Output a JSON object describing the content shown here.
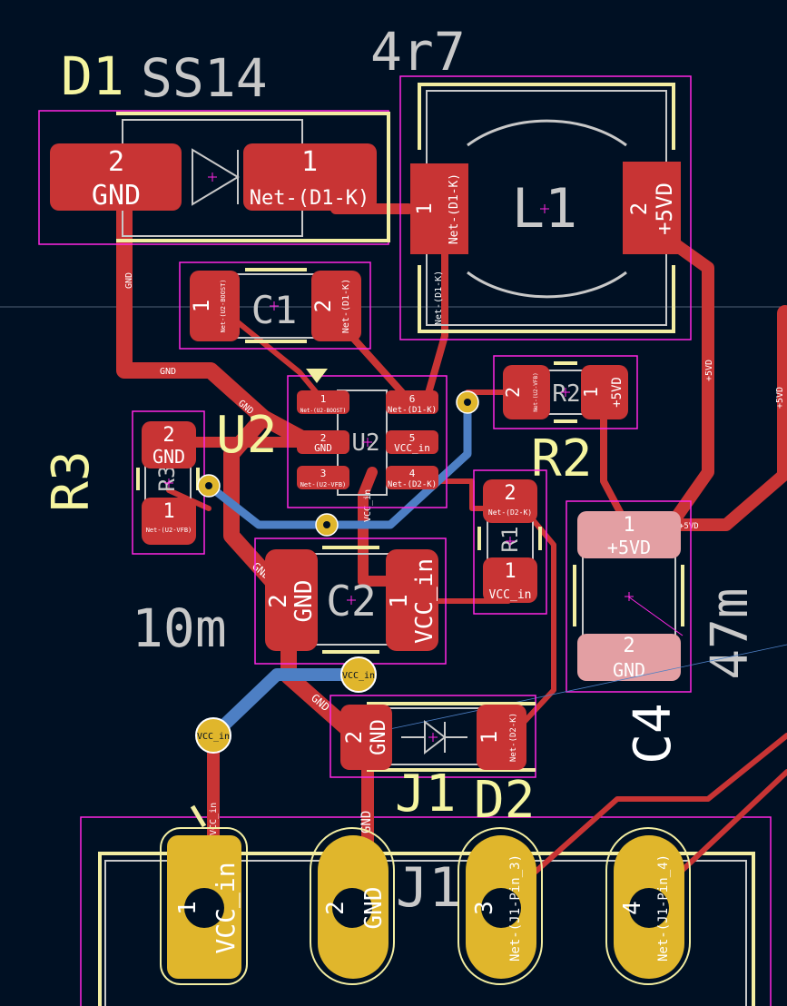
{
  "colors": {
    "background": "#001023",
    "copper_front": "#c83434",
    "copper_back": "#4d7fc4",
    "pad_smd": "#c83434",
    "pad_light": "#e39fa3",
    "pad_tht": "#e0b62c",
    "silkscreen": "#f2eda1",
    "courtyard": "#ff26e2",
    "fab": "#c8c8c8"
  },
  "labels": {
    "d1_ref": "D1",
    "d1_value": "SS14",
    "l1_value": "4r7",
    "l1_ref": "L1",
    "c1_ref": "C1",
    "u2_ref": "U2",
    "u2_fab": "U2",
    "r2_ref": "R2",
    "r2_fab": "R2",
    "r3_ref": "R3",
    "r3_fab": "R3",
    "r1_fab": "R1",
    "c2_ref": "C2",
    "c2_value": "10m",
    "c4_ref": "C4",
    "c4_value": "47m",
    "j1_ref": "J1",
    "j1_fab": "J1",
    "d2_ref": "D2"
  },
  "pads": {
    "d1_2_num": "2",
    "d1_2_net": "GND",
    "d1_1_num": "1",
    "d1_1_net": "Net-(D1-K)",
    "l1_1_num": "1",
    "l1_1_net": "Net-(D1-K)",
    "l1_2_num": "2",
    "l1_2_net": "+5VD",
    "c1_1_num": "1",
    "c1_1_net": "Net-(U2-BOOST)",
    "c1_2_num": "2",
    "c1_2_net": "Net-(D1-K)",
    "u2_1_num": "1",
    "u2_1_net": "Net-(U2-BOOST)",
    "u2_2_num": "2",
    "u2_2_net": "GND",
    "u2_3_num": "3",
    "u2_3_net": "Net-(U2-VFB)",
    "u2_4_num": "4",
    "u2_4_net": "Net-(D2-K)",
    "u2_5_num": "5",
    "u2_5_net": "VCC_in",
    "u2_6_num": "6",
    "u2_6_net": "Net-(D1-K)",
    "r2_2_num": "2",
    "r2_2_net": "Net-(U2-VFB)",
    "r2_1_num": "1",
    "r2_1_net": "+5VD",
    "r3_2_num": "2",
    "r3_2_net": "GND",
    "r3_1_num": "1",
    "r3_1_net": "Net-(U2-VFB)",
    "r1_2_num": "2",
    "r1_2_net": "Net-(D2-K)",
    "r1_1_num": "1",
    "r1_1_net": "VCC_in",
    "c2_2_num": "2",
    "c2_2_net": "GND",
    "c2_1_num": "1",
    "c2_1_net": "VCC_in",
    "c4_1_num": "1",
    "c4_1_net": "+5VD",
    "c4_2_num": "2",
    "c4_2_net": "GND",
    "d2_2_num": "2",
    "d2_2_net": "GND",
    "d2_1_num": "1",
    "d2_1_net": "Net-(D2-K)",
    "j1_1_num": "1",
    "j1_1_net": "VCC_in",
    "j1_2_num": "2",
    "j1_2_net": "GND",
    "j1_3_num": "3",
    "j1_3_net": "Net-(J1-Pin_3)",
    "j1_4_num": "4",
    "j1_4_net": "Net-(J1-Pin_4)"
  },
  "tracks": {
    "gnd": "GND",
    "vcc_in": "VCC_in",
    "p5vd": "+5VD",
    "d1k": "Net-(D1-K)"
  },
  "vias": {
    "vcc_in_1": "VCC_in",
    "vcc_in_2": "VCC_in"
  }
}
